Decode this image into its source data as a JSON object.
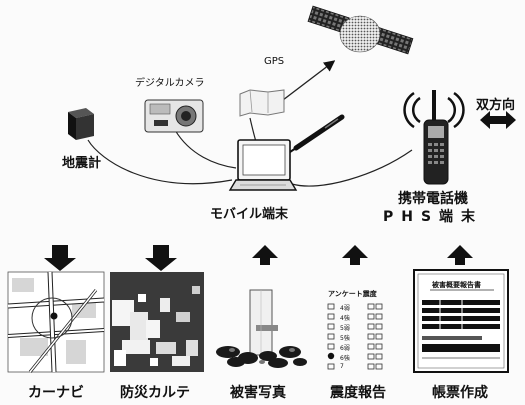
{
  "labels": {
    "satellite_gps": "GPS",
    "digital_camera": "デジタルカメラ",
    "bidirectional": "双方向",
    "seismometer": "地震計",
    "mobile_terminal": "モバイル端末",
    "mobile_phone": "携帯電話機",
    "phs_terminal": "PHS端末",
    "car_navi": "カーナビ",
    "disaster_karte": "防災カルテ",
    "damage_photo": "被害写真",
    "intensity_report": "震度報告",
    "form_creation": "帳票作成"
  },
  "survey": {
    "title": "アンケート震度",
    "rows": [
      "4弱",
      "4強",
      "5弱",
      "5強",
      "6弱",
      "6強",
      "7"
    ]
  },
  "damage_form": {
    "title": "被害概要報告書"
  },
  "flow": {
    "car_navi": "down",
    "disaster_karte": "down",
    "damage_photo": "up",
    "intensity_report": "up",
    "form_creation": "up"
  },
  "colors": {
    "ink": "#111111",
    "map_dark": "#3a3a3a",
    "map_light": "#d6d6d6"
  }
}
